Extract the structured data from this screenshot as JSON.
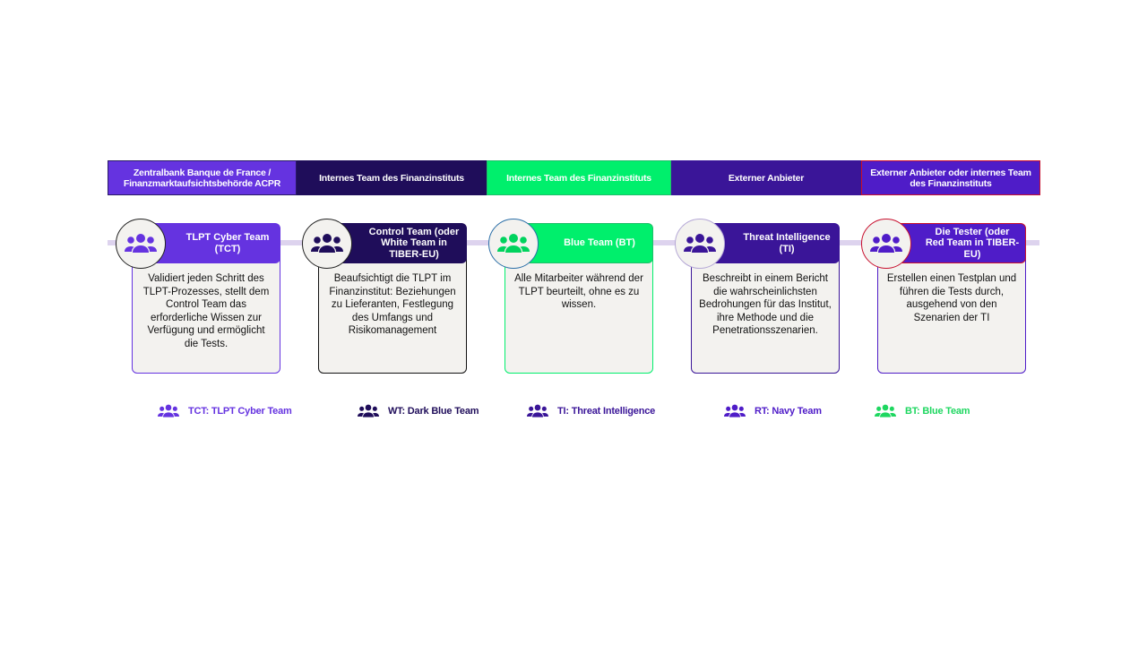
{
  "headers": [
    "Zentralbank Banque de France / Finanzmarktaufsichtsbehörde ACPR",
    "Internes Team des Finanzinstituts",
    "Internes Team des Finanzinstituts",
    "Externer Anbieter",
    "Externer Anbieter oder internes Team des Finanzinstituts"
  ],
  "cards": [
    {
      "title": "TLPT Cyber Team (TCT)",
      "body": "Validiert jeden Schritt des TLPT-Prozesses, stellt dem Control Team das erforderliche Wissen zur Verfügung und ermöglicht die Tests.",
      "icon": "team-icon",
      "icon_color": "#6533e0"
    },
    {
      "title": "Control Team (oder White Team in TIBER-EU)",
      "body": "Beaufsichtigt die TLPT im Finanzinstitut: Beziehungen zu Lieferanten, Festlegung des Umfangs und Risikomanagement",
      "icon": "team-icon",
      "icon_color": "#1f0d5a"
    },
    {
      "title": "Blue Team (BT)",
      "body": "Alle Mitarbeiter während der TLPT beurteilt, ohne es zu wissen.",
      "icon": "team-icon",
      "icon_color": "#00d35e"
    },
    {
      "title": "Threat Intelligence (TI)",
      "body": "Beschreibt in einem Bericht die wahrscheinlichsten Bedrohungen für das Institut, ihre Methode und die Penetrationsszenarien.",
      "icon": "team-icon",
      "icon_color": "#3a1598"
    },
    {
      "title": "Die Tester (oder Red Team in TIBER-EU)",
      "body": "Erstellen einen Testplan und führen die Tests durch, ausgehend von den Szenarien der TI",
      "icon": "team-icon",
      "icon_color": "#4f1cc8"
    }
  ],
  "legend": [
    {
      "label": "TCT: TLPT Cyber Team",
      "color": "#6533e0"
    },
    {
      "label": "WT: Dark Blue Team",
      "color": "#1f0d5a"
    },
    {
      "label": "TI: Threat Intelligence",
      "color": "#3a1598"
    },
    {
      "label": "RT: Navy Team",
      "color": "#4f1cc8"
    },
    {
      "label": "BT: Blue Team",
      "color": "#1ed760"
    }
  ]
}
